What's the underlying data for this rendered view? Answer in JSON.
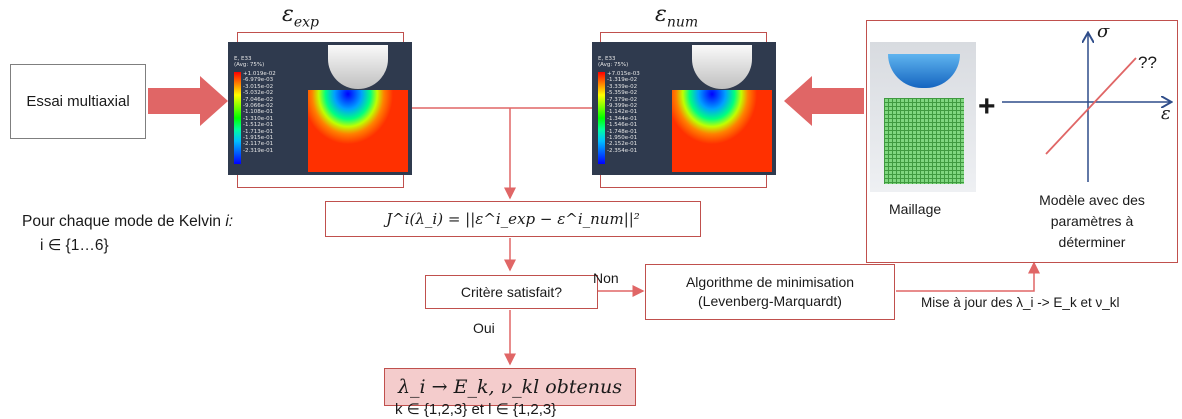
{
  "diagram": {
    "essai_label": "Essai multiaxial",
    "eps_exp_label": "ε",
    "eps_exp_sub": "exp",
    "eps_num_label": "ε",
    "eps_num_sub": "num",
    "sim_exp": {
      "header": "E, E33\n(Avg: 75%)",
      "scale": [
        "+1.019e-02",
        "-6.979e-03",
        "-3.015e-02",
        "-5.032e-02",
        "-7.046e-02",
        "-9.066e-02",
        "-1.108e-01",
        "-1.310e-01",
        "-1.512e-01",
        "-1.713e-01",
        "-1.915e-01",
        "-2.117e-01",
        "-2.319e-01"
      ]
    },
    "sim_num": {
      "header": "E, E33\n(Avg: 75%)",
      "scale": [
        "+7.015e-03",
        "-1.319e-02",
        "-3.339e-02",
        "-5.359e-02",
        "-7.379e-02",
        "-9.399e-02",
        "-1.142e-01",
        "-1.344e-01",
        "-1.546e-01",
        "-1.748e-01",
        "-1.950e-01",
        "-2.152e-01",
        "-2.354e-01"
      ]
    },
    "mesh_caption": "Maillage",
    "plus_sign": "+",
    "model_caption": "Modèle avec des paramètres à déterminer",
    "axis_sigma": "σ",
    "axis_eps": "ε",
    "unknown": "??",
    "kelvin_text": "Pour chaque mode de Kelvin ",
    "kelvin_var": "i:",
    "i_range": "i ∈ {1…6}",
    "objective": "J^i(λ_i) = ||ε^i_exp − ε^i_num||²",
    "criterion": "Critère satisfait?",
    "non_label": "Non",
    "oui_label": "Oui",
    "algo": "Algorithme de minimisation (Levenberg-Marquardt)",
    "update_label": "Mise à jour des λ_i -> E_k et ν_kl",
    "result": "λ_i → E_k, ν_kl obtenus",
    "ranges": "k ∈ {1,2,3} et l ∈ {1,2,3}"
  },
  "colors": {
    "arrow": "#e06666",
    "line": "#c0504d",
    "result_fill": "#f4cccc",
    "sim_bg": "#2f3a4e"
  }
}
